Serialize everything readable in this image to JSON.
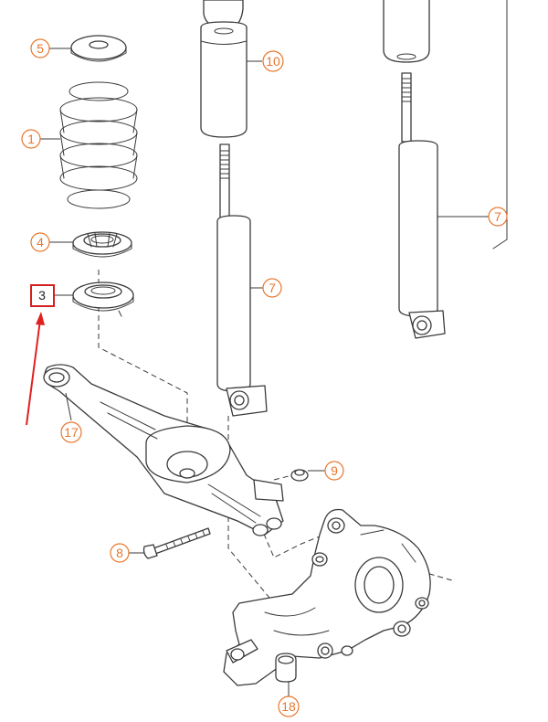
{
  "callouts": [
    {
      "id": "5",
      "label": "5"
    },
    {
      "id": "1",
      "label": "1"
    },
    {
      "id": "4",
      "label": "4"
    },
    {
      "id": "3",
      "label": "3"
    },
    {
      "id": "17",
      "label": "17"
    },
    {
      "id": "10",
      "label": "10"
    },
    {
      "id": "7a",
      "label": "7"
    },
    {
      "id": "7b",
      "label": "7"
    },
    {
      "id": "9",
      "label": "9"
    },
    {
      "id": "8",
      "label": "8"
    },
    {
      "id": "18",
      "label": "18"
    }
  ],
  "colors": {
    "callout_circle": "#e8772e",
    "highlight_box": "#d42020",
    "arrow": "#e02020",
    "line": "#3a3a3a"
  },
  "highlight": {
    "target": "3",
    "icon": "red-arrow-icon"
  }
}
